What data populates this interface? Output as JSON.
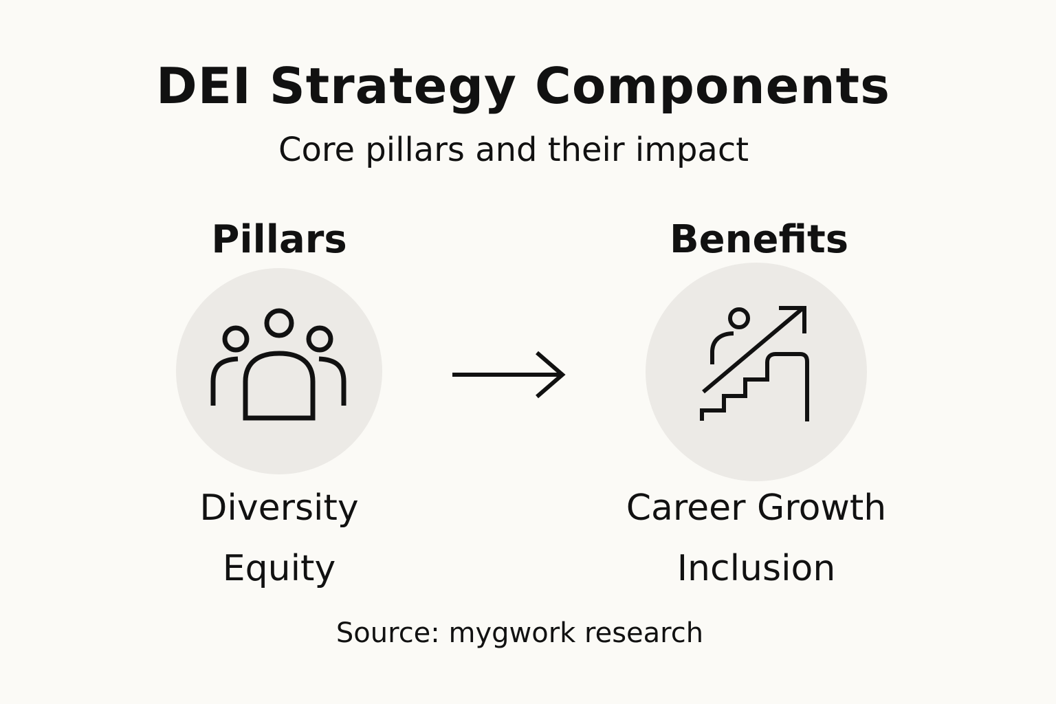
{
  "title": "DEI Strategy Components",
  "subtitle": "Core pillars and their impact",
  "pillars": {
    "heading": "Pillars",
    "icon": "people-group-icon",
    "items": [
      "Diversity",
      "Equity"
    ]
  },
  "benefits": {
    "heading": "Benefits",
    "icon": "career-growth-stairs-icon",
    "items": [
      "Career Growth",
      "Inclusion"
    ]
  },
  "connector_icon": "right-arrow-icon",
  "source": "Source: mygwork research",
  "colors": {
    "background": "#fbfaf6",
    "circle": "#eceae6",
    "ink": "#111111"
  }
}
